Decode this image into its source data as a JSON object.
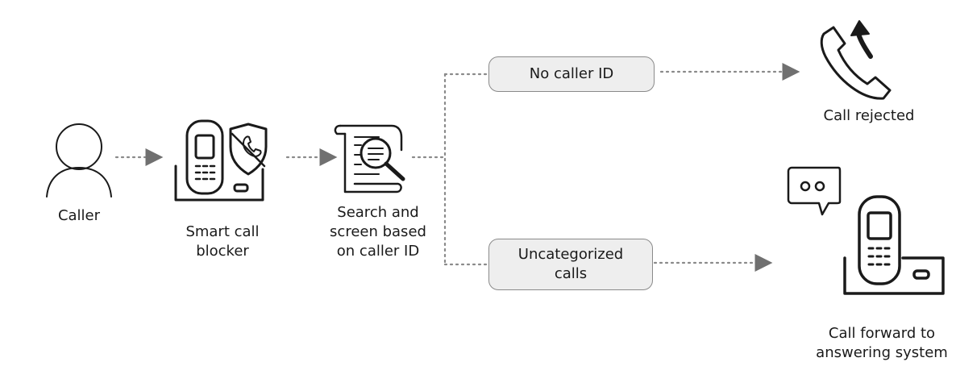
{
  "nodes": {
    "caller": "Caller",
    "smart_call_blocker": "Smart call\nblocker",
    "search_screen": "Search and\nscreen based\non caller ID",
    "call_rejected": "Call rejected",
    "call_forward": "Call forward to\nanswering system"
  },
  "branches": {
    "no_caller_id": "No caller ID",
    "uncategorized": "Uncategorized\ncalls"
  },
  "colors": {
    "stroke": "#1a1a1a",
    "connector": "#8a8a8a",
    "pill_fill": "#eeeeee"
  },
  "icons": [
    "person-icon",
    "cordless-phone-shield-icon",
    "document-search-icon",
    "phone-reject-icon",
    "voicemail-bubble-icon",
    "cordless-phone-icon"
  ]
}
